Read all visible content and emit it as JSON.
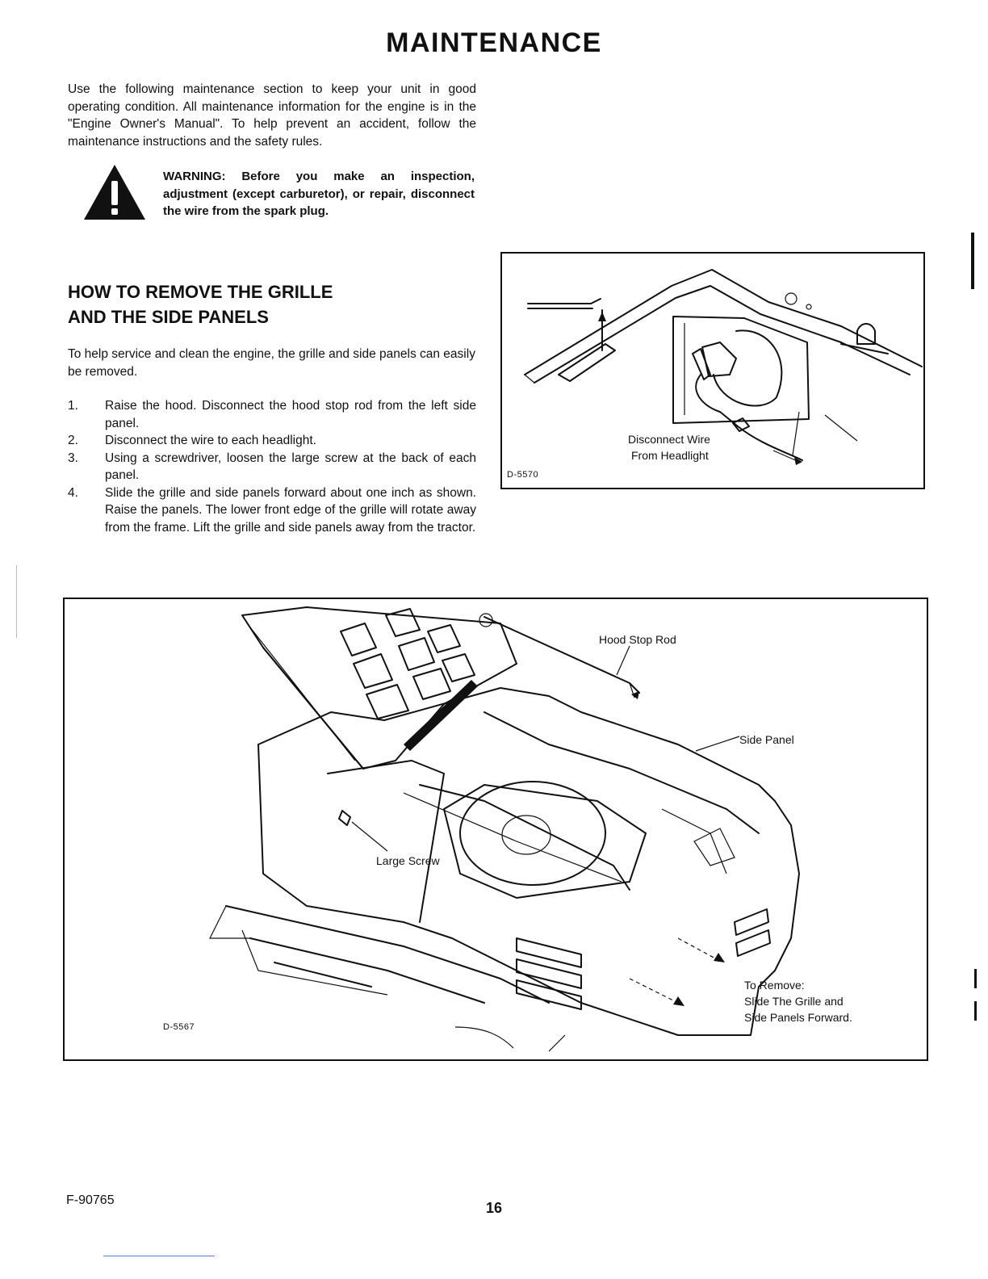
{
  "page": {
    "title": "MAINTENANCE",
    "intro": "Use the following maintenance section to keep your unit in good operating condition. All maintenance information for the engine is in the \"Engine Owner's Manual\". To help prevent an accident, follow the maintenance instructions and the safety rules.",
    "warning_icon": "warning-triangle-icon",
    "warning": "WARNING: Before you make an inspection, adjustment (except carburetor), or repair, disconnect the wire from the spark plug."
  },
  "section": {
    "heading_line1": "HOW TO REMOVE THE GRILLE",
    "heading_line2": "AND THE SIDE PANELS",
    "intro": "To help service and clean the engine, the grille and side panels can easily be removed.",
    "steps": [
      {
        "num": "1.",
        "text": "Raise the hood. Disconnect the hood stop rod from the left side panel."
      },
      {
        "num": "2.",
        "text": "Disconnect the wire to each headlight."
      },
      {
        "num": "3.",
        "text": "Using a screwdriver, loosen the large screw at the back of each panel."
      },
      {
        "num": "4.",
        "text": "Slide the grille and side panels forward about one inch as shown. Raise the panels. The lower front edge of the grille will rotate away from the frame. Lift the grille and side panels away from the tractor."
      }
    ]
  },
  "figure_small": {
    "id": "D-5570",
    "label_line1": "Disconnect Wire",
    "label_line2": "From Headlight"
  },
  "figure_large": {
    "id": "D-5567",
    "hood_stop_rod": "Hood Stop Rod",
    "side_panel": "Side Panel",
    "large_screw": "Large Screw",
    "remove_line1": "To Remove:",
    "remove_line2": "Slide The Grille and",
    "remove_line3": "Side Panels Forward."
  },
  "footer": {
    "code": "F-90765",
    "page_number": "16"
  }
}
